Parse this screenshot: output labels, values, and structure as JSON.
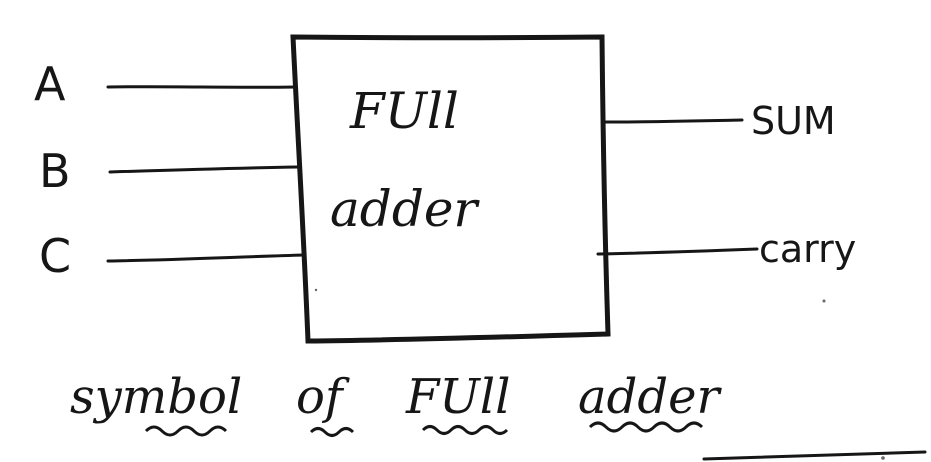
{
  "diagram": {
    "inputs": [
      "A",
      "B",
      "C"
    ],
    "block": {
      "line1": "FUll",
      "line2": "adder"
    },
    "outputs": [
      "SUM",
      "carry"
    ],
    "caption": {
      "word1": "symbol",
      "word2": "of",
      "word3": "FUll",
      "word4": "adder"
    }
  }
}
